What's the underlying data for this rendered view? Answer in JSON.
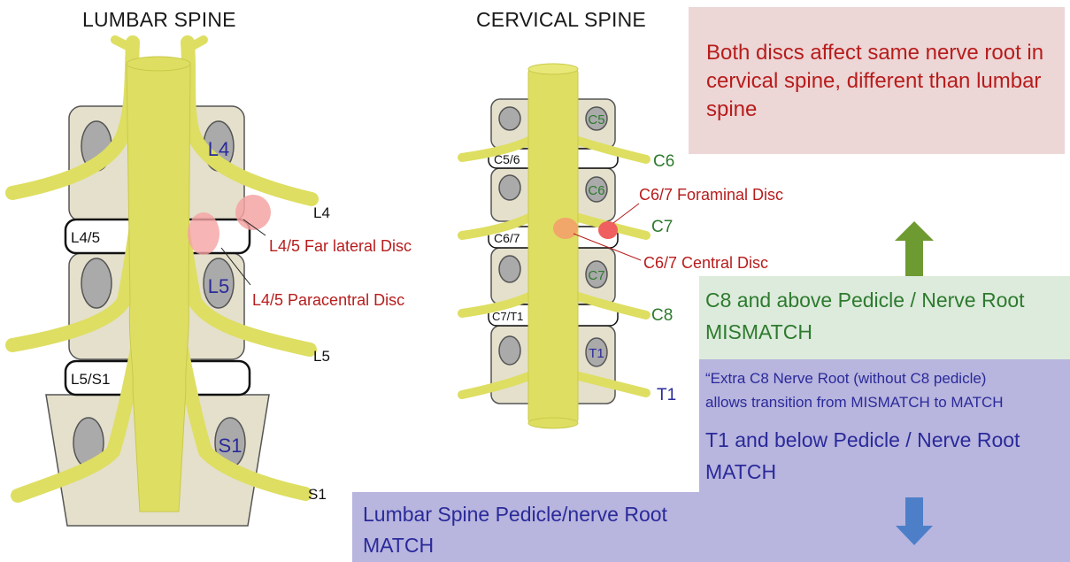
{
  "titles": {
    "lumbar": "LUMBAR SPINE",
    "cervical": "CERVICAL SPINE"
  },
  "lumbar": {
    "vertebra_labels": [
      "L4",
      "L5",
      "S1"
    ],
    "disc_labels": [
      "L4/5",
      "L5/S1"
    ],
    "root_labels": [
      "L4",
      "L5",
      "S1"
    ],
    "annotations": {
      "far_lateral": "L4/5 Far lateral Disc",
      "paracentral": "L4/5 Paracentral Disc"
    }
  },
  "cervical": {
    "vertebra_labels": [
      "C5",
      "C6",
      "C7",
      "T1"
    ],
    "disc_labels": [
      "C5/6",
      "C6/7",
      "C7/T1"
    ],
    "root_labels": [
      "C6",
      "C7",
      "C8",
      "T1"
    ],
    "annotations": {
      "foraminal": "C6/7 Foraminal Disc",
      "central": "C6/7 Central Disc"
    }
  },
  "boxes": {
    "top_note": "Both discs affect same nerve root in cervical spine, different than lumbar spine",
    "mismatch_line1": "C8 and above Pedicle / Nerve Root",
    "mismatch_line2": "MISMATCH",
    "extra_line1": "“Extra C8 Nerve Root (without C8 pedicle)",
    "extra_line2": "allows transition from MISMATCH to MATCH",
    "match_line1": "T1 and below Pedicle / Nerve Root",
    "match_line2": "MATCH",
    "lumbar_match_line1": "Lumbar Spine Pedicle/nerve Root",
    "lumbar_match_line2": "MATCH"
  },
  "colors": {
    "spine_yellow": "#dede62",
    "vertebra_fill": "#e4e0cc",
    "pedicle_gray": "#aaaaaa",
    "disc_red": "#f08080",
    "label_red": "#b81c1c",
    "label_green": "#2e7a2e",
    "label_blue": "#2a2a9a",
    "top_box": "#ecd6d6",
    "green_box": "#dcebdc",
    "blue_box": "#b8b5de",
    "arrow_green": "#6e9a32",
    "arrow_blue": "#4d7fc9"
  },
  "icons": [
    "arrow-up-icon",
    "arrow-down-icon"
  ]
}
